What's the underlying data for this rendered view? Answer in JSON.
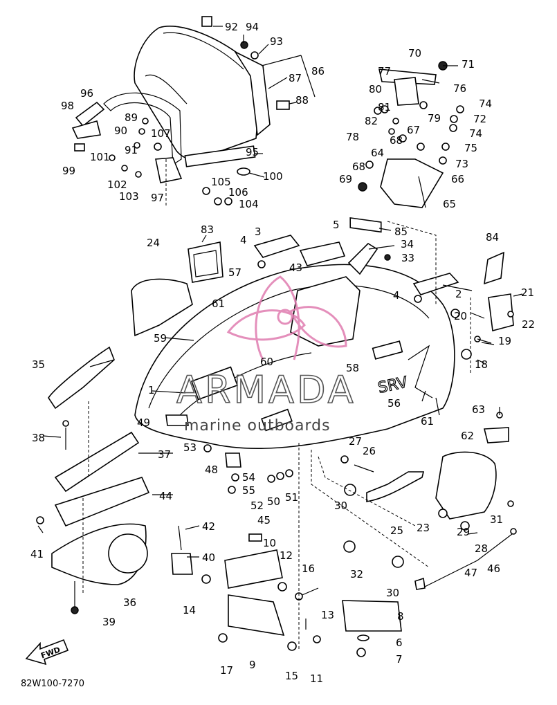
{
  "diagram": {
    "code": "82W100-7270",
    "fwd_label": "FWD",
    "watermark": {
      "brand": "ARMADA",
      "tagline": "marine outboards"
    },
    "hood_decal": "SRV",
    "callouts": [
      "92",
      "94",
      "93",
      "86",
      "87",
      "88",
      "96",
      "98",
      "89",
      "90",
      "91",
      "107",
      "95",
      "99",
      "101",
      "102",
      "103",
      "97",
      "105",
      "106",
      "104",
      "100",
      "70",
      "71",
      "77",
      "76",
      "80",
      "74",
      "81",
      "79",
      "72",
      "82",
      "78",
      "67",
      "74",
      "68",
      "75",
      "73",
      "64",
      "68",
      "66",
      "69",
      "65",
      "83",
      "3",
      "5",
      "85",
      "34",
      "33",
      "84",
      "4",
      "43",
      "2",
      "24",
      "57",
      "4",
      "21",
      "61",
      "20",
      "22",
      "59",
      "19",
      "18",
      "35",
      "60",
      "58",
      "1",
      "56",
      "61",
      "63",
      "62",
      "49",
      "38",
      "37",
      "53",
      "27",
      "26",
      "48",
      "54",
      "55",
      "52",
      "50",
      "51",
      "44",
      "30",
      "25",
      "23",
      "31",
      "29",
      "28",
      "45",
      "41",
      "42",
      "10",
      "40",
      "12",
      "16",
      "32",
      "47",
      "46",
      "30",
      "36",
      "14",
      "13",
      "8",
      "39",
      "17",
      "9",
      "15",
      "11",
      "6",
      "7"
    ]
  }
}
